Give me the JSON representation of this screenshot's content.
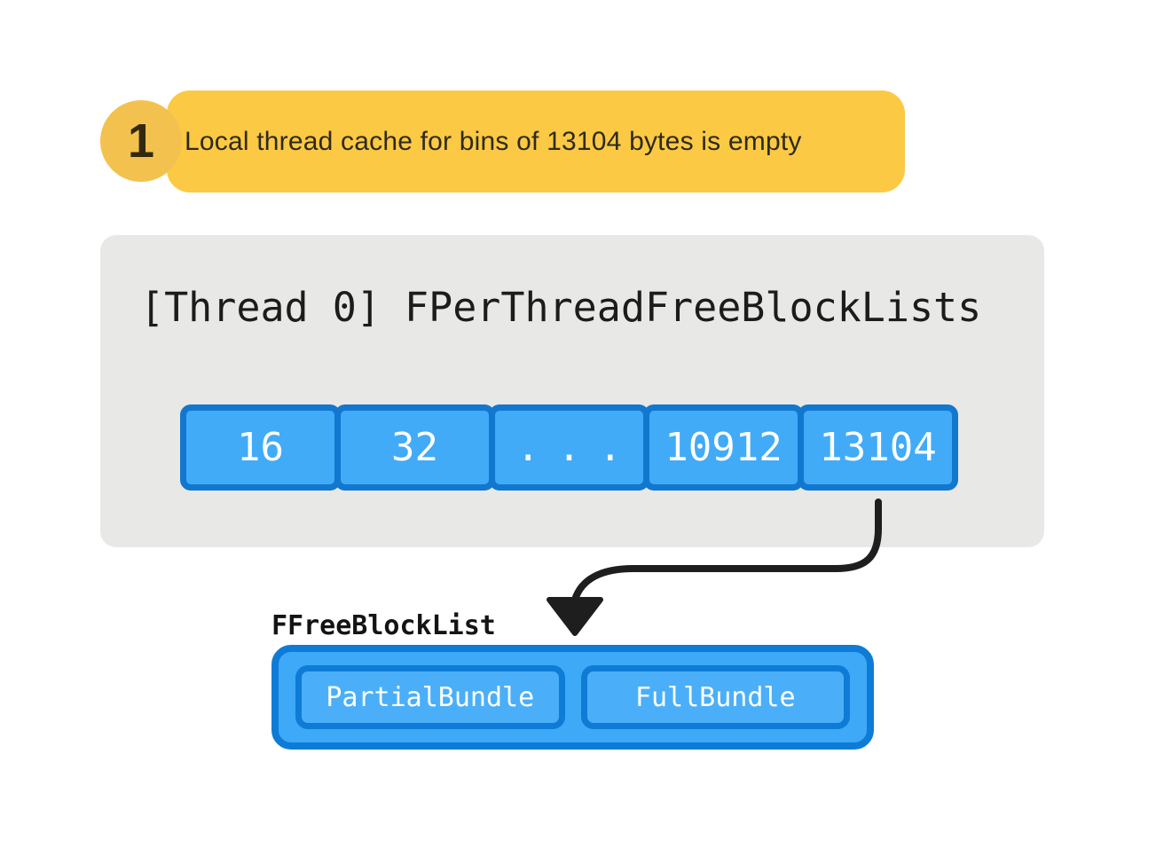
{
  "callout": {
    "step_number": "1",
    "text": "Local thread cache for bins of 13104 bytes is empty"
  },
  "thread_panel": {
    "title": "[Thread 0] FPerThreadFreeBlockLists",
    "bins": [
      "16",
      "32",
      "...",
      "10912",
      "13104"
    ]
  },
  "free_block_list": {
    "label": "FFreeBlockList",
    "items": [
      "PartialBundle",
      "FullBundle"
    ]
  },
  "colors": {
    "accent_yellow": "#FBC943",
    "badge_yellow": "#F3C24E",
    "panel_gray": "#E8E8E7",
    "blue_fill": "#41ABF8",
    "blue_border": "#1277CE",
    "container_fill": "#3DA9F7",
    "container_border": "#0E7CD6",
    "inner_fill": "#4AAFF8",
    "arrow_black": "#1E1E1E",
    "text_dark": "#1C1C1C",
    "text_white": "#FFFFFF"
  }
}
